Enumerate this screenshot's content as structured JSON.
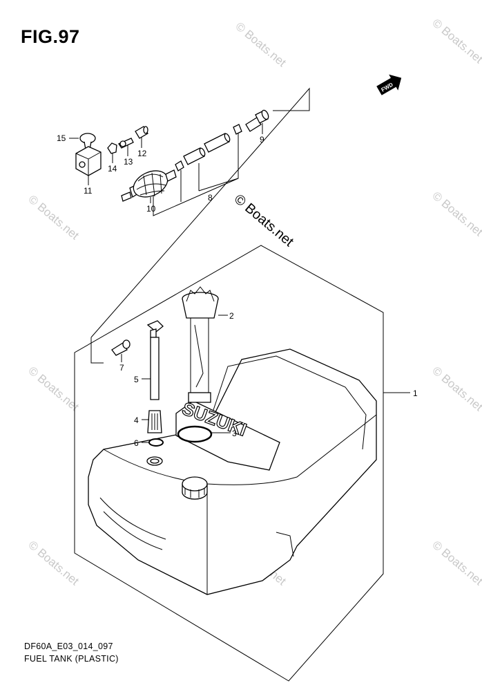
{
  "figure": {
    "title": "FIG.97"
  },
  "footer": {
    "code": "DF60A_E03_014_097",
    "name": "FUEL TANK (PLASTIC)"
  },
  "fwd_label": "FWD",
  "tank_brand": "SUZUKI",
  "watermark": {
    "text": "© Boats.net"
  },
  "callouts": [
    "1",
    "2",
    "3",
    "4",
    "5",
    "6",
    "7",
    "8",
    "9",
    "10",
    "11",
    "12",
    "13",
    "14",
    "15"
  ]
}
